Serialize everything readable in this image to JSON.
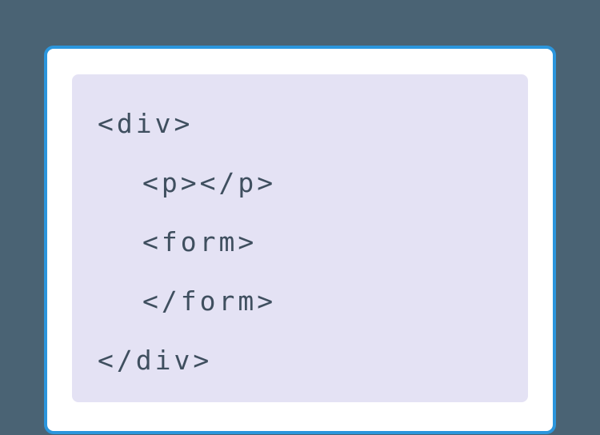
{
  "page": {
    "background_color": "#4a6374"
  },
  "card": {
    "background_color": "#ffffff",
    "border_color": "#2b96dd"
  },
  "code_panel": {
    "background_color": "#e4e2f4",
    "text_color": "#3f4f5f"
  },
  "code": {
    "language": "html",
    "lines": [
      {
        "text": "<div>",
        "indent": 0
      },
      {
        "text": "<p></p>",
        "indent": 1
      },
      {
        "text": "<form>",
        "indent": 1
      },
      {
        "text": "</form>",
        "indent": 1
      },
      {
        "text": "</div>",
        "indent": 0
      }
    ]
  }
}
